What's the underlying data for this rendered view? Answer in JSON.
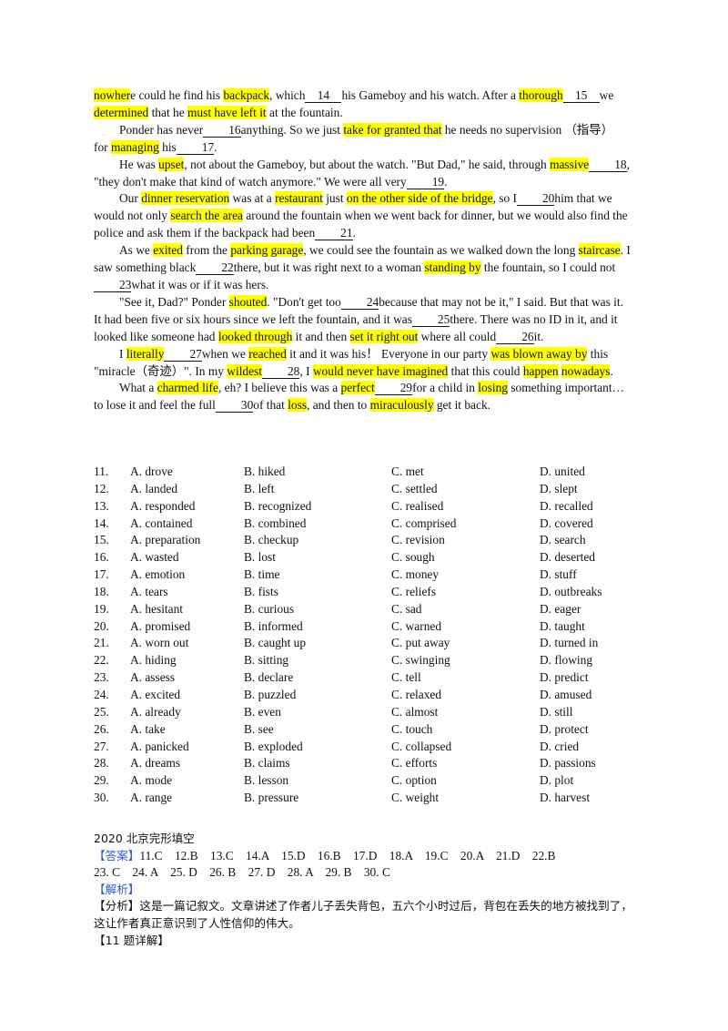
{
  "passage": {
    "p1": [
      {
        "t": "nowher",
        "h": true
      },
      {
        "t": "e could he find his "
      },
      {
        "t": "backpack",
        "h": true
      },
      {
        "t": ", which"
      },
      {
        "b": "14"
      },
      {
        "t": "his Gameboy and his watch. After a "
      },
      {
        "t": "thorough",
        "h": true
      },
      {
        "b": "15"
      },
      {
        "t": "we "
      },
      {
        "t": "determined",
        "h": true
      },
      {
        "t": " that he "
      },
      {
        "t": "must have left it",
        "h": true
      },
      {
        "t": " at the fountain."
      }
    ],
    "p2": [
      {
        "t": "Ponder has never"
      },
      {
        "b": "16"
      },
      {
        "t": "anything. So we just "
      },
      {
        "t": "take for granted that",
        "h": true
      },
      {
        "t": " he needs no supervision （指导） for "
      },
      {
        "t": "managing",
        "h": true
      },
      {
        "t": " his"
      },
      {
        "b": "17"
      },
      {
        "t": "."
      }
    ],
    "p3": [
      {
        "t": "He was "
      },
      {
        "t": "upset",
        "h": true
      },
      {
        "t": ", not about the Gameboy, but about the watch. \"But Dad,\" he said, through "
      },
      {
        "t": "massive",
        "h": true
      },
      {
        "b": "18"
      },
      {
        "t": ", \"they don't make that kind of watch anymore.\" We were all very"
      },
      {
        "b": "19"
      },
      {
        "t": "."
      }
    ],
    "p4": [
      {
        "t": "Our "
      },
      {
        "t": "dinner reservation",
        "h": true
      },
      {
        "t": " was at a "
      },
      {
        "t": "restaurant",
        "h": true
      },
      {
        "t": " just "
      },
      {
        "t": "on the other side of the bridge",
        "h": true
      },
      {
        "t": ", so I"
      },
      {
        "b": "20"
      },
      {
        "t": "him that we would not only "
      },
      {
        "t": "search the area",
        "h": true
      },
      {
        "t": " around the fountain when we went back for dinner, but we would also find the police and ask them if the backpack had been"
      },
      {
        "b": "21"
      },
      {
        "t": "."
      }
    ],
    "p5": [
      {
        "t": "As we "
      },
      {
        "t": "exited",
        "h": true
      },
      {
        "t": " from the "
      },
      {
        "t": "parking garage",
        "h": true
      },
      {
        "t": ", we could see the fountain as we walked down the long "
      },
      {
        "t": "staircase",
        "h": true
      },
      {
        "t": ". I saw something black"
      },
      {
        "b": "22"
      },
      {
        "t": "there, but it was right next to a woman "
      },
      {
        "t": "standing by",
        "h": true
      },
      {
        "t": " the fountain, so I could not"
      },
      {
        "b": "23"
      },
      {
        "t": "what it was or if it was hers."
      }
    ],
    "p6": [
      {
        "t": "\"See it, Dad?\" Ponder "
      },
      {
        "t": "shouted",
        "h": true
      },
      {
        "t": ". \"Don't get too"
      },
      {
        "b": "24"
      },
      {
        "t": "because that may not be it,\" I said. But that was it. It had been five or six hours since we left the fountain, and it was"
      },
      {
        "b": "25"
      },
      {
        "t": "there. There was no ID in it, and it looked like someone had "
      },
      {
        "t": "looked through",
        "h": true
      },
      {
        "t": " it and then "
      },
      {
        "t": "set it right out",
        "h": true
      },
      {
        "t": " where all could"
      },
      {
        "b": "26"
      },
      {
        "t": "it."
      }
    ],
    "p7": [
      {
        "t": "I "
      },
      {
        "t": "literally",
        "h": true
      },
      {
        "b": "27"
      },
      {
        "t": "when we "
      },
      {
        "t": "reached",
        "h": true
      },
      {
        "t": " it and it was his！ Everyone in our party "
      },
      {
        "t": "was blown away by",
        "h": true
      },
      {
        "t": " this \"miracle（奇迹）\". In my "
      },
      {
        "t": "wildest",
        "h": true
      },
      {
        "b": "28"
      },
      {
        "t": ", I "
      },
      {
        "t": "would never have imagined",
        "h": true
      },
      {
        "t": " that this could "
      },
      {
        "t": "happen",
        "h": true
      },
      {
        "t": " "
      },
      {
        "t": "nowadays",
        "h": true
      },
      {
        "t": "."
      }
    ],
    "p8": [
      {
        "t": "What a "
      },
      {
        "t": "charmed life",
        "h": true
      },
      {
        "t": ", eh? I believe this was a "
      },
      {
        "t": "perfect",
        "h": true
      },
      {
        "b": "29"
      },
      {
        "t": "for a child in "
      },
      {
        "t": "losing",
        "h": true
      },
      {
        "t": " something important…to lose it and feel the full"
      },
      {
        "b": "30"
      },
      {
        "t": "of that "
      },
      {
        "t": "loss",
        "h": true
      },
      {
        "t": ", and then to "
      },
      {
        "t": "miraculously",
        "h": true
      },
      {
        "t": " get it back."
      }
    ]
  },
  "options": [
    {
      "num": "11.",
      "a": "A.  drove",
      "b": "B.  hiked",
      "c": "C.  met",
      "d": "D.  united"
    },
    {
      "num": "12.",
      "a": "A.  landed",
      "b": "B.  left",
      "c": "C.  settled",
      "d": "D.  slept"
    },
    {
      "num": "13.",
      "a": "A.  responded",
      "b": "B.  recognized",
      "c": "C.  realised",
      "d": "D.  recalled"
    },
    {
      "num": "14.",
      "a": "A.  contained",
      "b": "B.  combined",
      "c": "C.  comprised",
      "d": "D.  covered"
    },
    {
      "num": "15.",
      "a": "A.  preparation",
      "b": "B.  checkup",
      "c": "C.  revision",
      "d": "D.  search"
    },
    {
      "num": "16.",
      "a": "A.  wasted",
      "b": "B.  lost",
      "c": "C.  sough",
      "d": "D.  deserted"
    },
    {
      "num": "17.",
      "a": "A.  emotion",
      "b": "B.  time",
      "c": "C.  money",
      "d": "D.  stuff"
    },
    {
      "num": "18.",
      "a": "A.  tears",
      "b": "B.  fists",
      "c": "C.  reliefs",
      "d": "D.  outbreaks"
    },
    {
      "num": "19.",
      "a": "A.  hesitant",
      "b": "B.  curious",
      "c": "C.  sad",
      "d": "D.  eager"
    },
    {
      "num": "20.",
      "a": "A.  promised",
      "b": "B.  informed",
      "c": "C.  warned",
      "d": "D.  taught"
    },
    {
      "num": "21.",
      "a": "A.  worn out",
      "b": "B.  caught up",
      "c": "C.  put away",
      "d": "D.  turned in"
    },
    {
      "num": "22.",
      "a": "A.  hiding",
      "b": "B.  sitting",
      "c": "C.  swinging",
      "d": "D.  flowing"
    },
    {
      "num": "23.",
      "a": "A.  assess",
      "b": "B.  declare",
      "c": "C.  tell",
      "d": "D.  predict"
    },
    {
      "num": "24.",
      "a": "A.  excited",
      "b": "B.  puzzled",
      "c": "C.  relaxed",
      "d": "D.  amused"
    },
    {
      "num": "25.",
      "a": "A.  already",
      "b": "B.  even",
      "c": "C.  almost",
      "d": "D.  still"
    },
    {
      "num": "26.",
      "a": "A.  take",
      "b": "B.  see",
      "c": "C.  touch",
      "d": "D.  protect"
    },
    {
      "num": "27.",
      "a": "A.  panicked",
      "b": "B.  exploded",
      "c": "C.  collapsed",
      "d": "D.  cried"
    },
    {
      "num": "28.",
      "a": "A.  dreams",
      "b": "B.  claims",
      "c": "C.  efforts",
      "d": "D.  passions"
    },
    {
      "num": "29.",
      "a": "A.  mode",
      "b": "B.  lesson",
      "c": "C.  option",
      "d": "D.  plot"
    },
    {
      "num": "30.",
      "a": "A.  range",
      "b": "B.  pressure",
      "c": "C.  weight",
      "d": "D.  harvest"
    }
  ],
  "answers": {
    "title": "2020 北京完形填空",
    "label": "【答案】",
    "line1": "11.C    12.B    13.C    14.A    15.D    16.B    17.D    18.A    19.C    20.A    21.D    22.B",
    "line2": "23. C    24. A    25. D    26. B    27. D    28. A    29. B    30. C",
    "analysis_label": "【解析】",
    "summary": "【分析】这是一篇记叙文。文章讲述了作者儿子丢失背包，五六个小时过后，背包在丢失的地方被找到了，这让作者真正意识到了人性信仰的伟大。",
    "detail_label": "【11 题详解】"
  },
  "colors": {
    "highlight": "#ffff00",
    "label_blue": "#2a5bd7"
  }
}
